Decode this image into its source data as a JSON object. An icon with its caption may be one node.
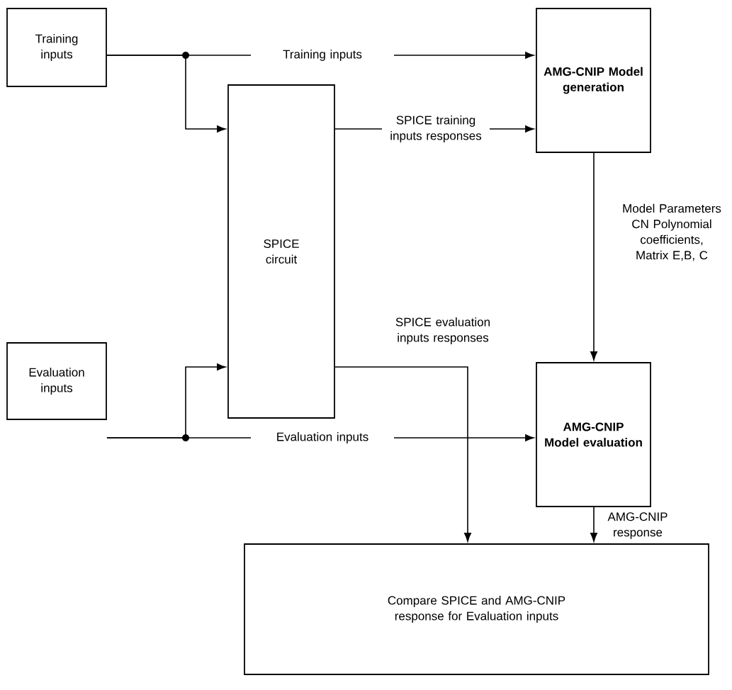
{
  "diagram": {
    "nodes": [
      {
        "text": [
          "Training inputs"
        ]
      },
      {
        "text": [
          "SPICE circuit"
        ]
      },
      {
        "text": [
          "AMG-CNIP Model generation"
        ]
      },
      {
        "text": [
          "Evaluation inputs"
        ]
      },
      {
        "text": [
          "AMG-CNIP Model evaluation"
        ]
      },
      {
        "text": [
          "Compare SPICE and AMG-CNIP response for Evaluation inputs"
        ]
      }
    ],
    "edges": [
      {
        "from": 0,
        "to": 2,
        "arrow": "to",
        "label": "Training inputs"
      },
      {
        "from": 0,
        "to": 1,
        "arrow": "to"
      },
      {
        "from": 1,
        "to": 2,
        "arrow": "to",
        "label": "SPICE training inputs responses"
      },
      {
        "from": 2,
        "to": 4,
        "arrow": "to",
        "label": "Model Parameters CN Polynomial coefficients, Matrix E,B, C"
      },
      {
        "from": 3,
        "to": 1,
        "arrow": "to"
      },
      {
        "from": 3,
        "to": 4,
        "arrow": "to",
        "label": "Evaluation inputs"
      },
      {
        "from": 1,
        "to": 5,
        "arrow": "to",
        "label": "SPICE evaluation inputs responses"
      },
      {
        "from": 4,
        "to": 5,
        "arrow": "to",
        "label": "AMG-CNIP response"
      }
    ]
  }
}
